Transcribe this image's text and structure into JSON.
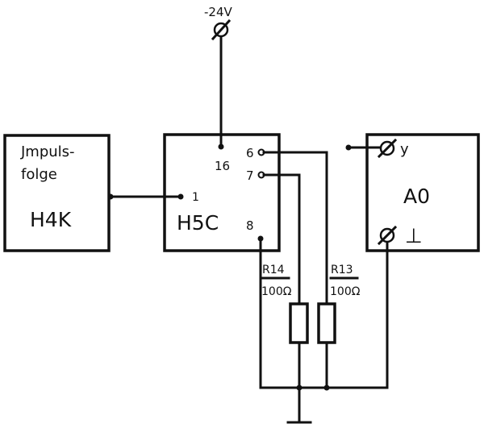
{
  "supply": {
    "label": "-24V"
  },
  "blocks": {
    "h4k": {
      "line1": "Jmpuls-",
      "line2": "folge",
      "name": "H4K"
    },
    "h5c": {
      "name": "H5C",
      "pin1": "1",
      "pin16": "16",
      "pin6": "6",
      "pin7": "7",
      "pin8": "8"
    },
    "ao": {
      "name": "A0",
      "input_label": "y",
      "ground_symbol": "⊥"
    }
  },
  "resistors": {
    "r14": {
      "name": "R14",
      "value": "100Ω"
    },
    "r13": {
      "name": "R13",
      "value": "100Ω"
    }
  }
}
